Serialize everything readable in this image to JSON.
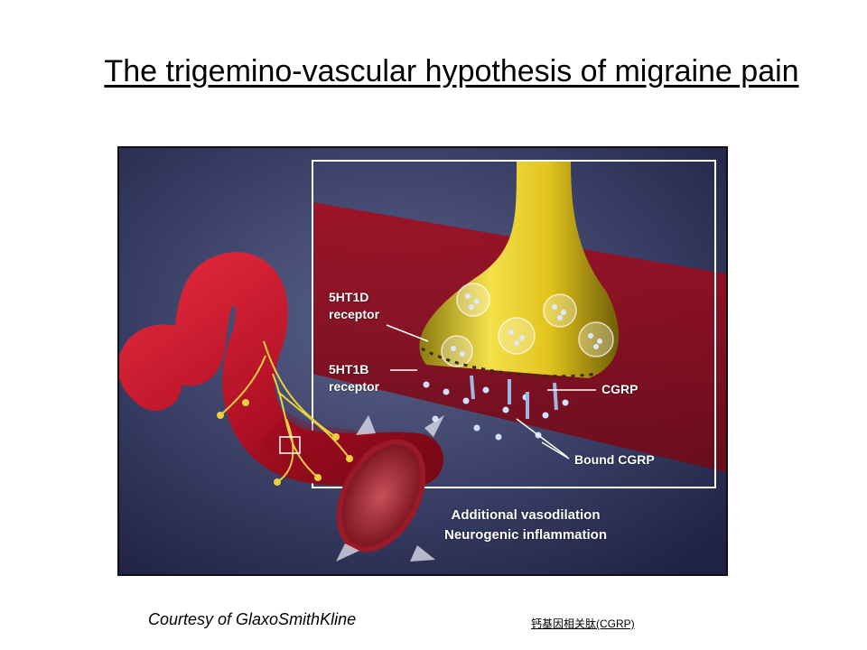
{
  "title": "The trigemino-vascular hypothesis of migraine pain",
  "figure": {
    "labels": {
      "receptor_5ht1d": [
        "5HT1D",
        "receptor"
      ],
      "receptor_5ht1b": [
        "5HT1B",
        "receptor"
      ],
      "cgrp": "CGRP",
      "bound_cgrp": "Bound CGRP",
      "effects": [
        "Additional vasodilation",
        "Neurogenic inflammation"
      ]
    },
    "colors": {
      "vessel": "#c0142a",
      "nerve_terminal": "#e8c81e",
      "background": "#2b2f52",
      "inset_frame": "#ffffff"
    }
  },
  "credit": "Courtesy of GlaxoSmithKline",
  "link_text": "钙基因相关肽(CGRP)"
}
